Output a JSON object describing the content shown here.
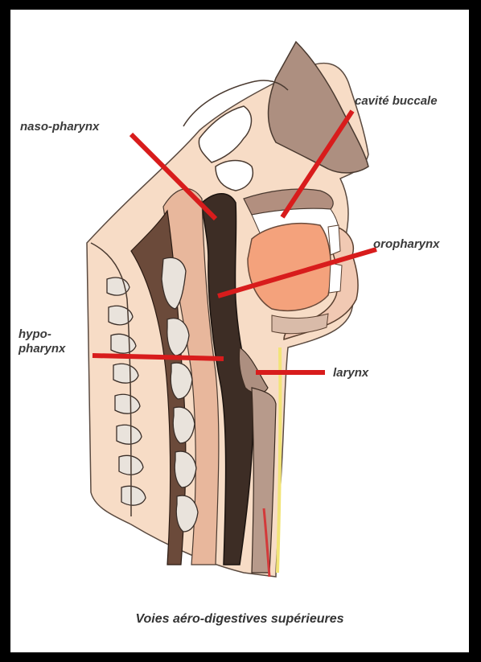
{
  "labels": {
    "naso_pharynx": "naso-pharynx",
    "cavite_buccale": "cavité buccale",
    "oropharynx": "oropharynx",
    "hypo_pharynx_line1": "hypo-",
    "hypo_pharynx_line2": "pharynx",
    "larynx": "larynx"
  },
  "caption": "Voies aéro-digestives supérieures",
  "colors": {
    "pointer": "#d81c1c",
    "skin": "#f7dcc6",
    "tongue": "#f4a27c",
    "airway": "#3d2d25",
    "bone": "#e9e3dc",
    "muscle": "#ad8f80",
    "trachea_line": "#f2e477",
    "border": "#000000"
  }
}
